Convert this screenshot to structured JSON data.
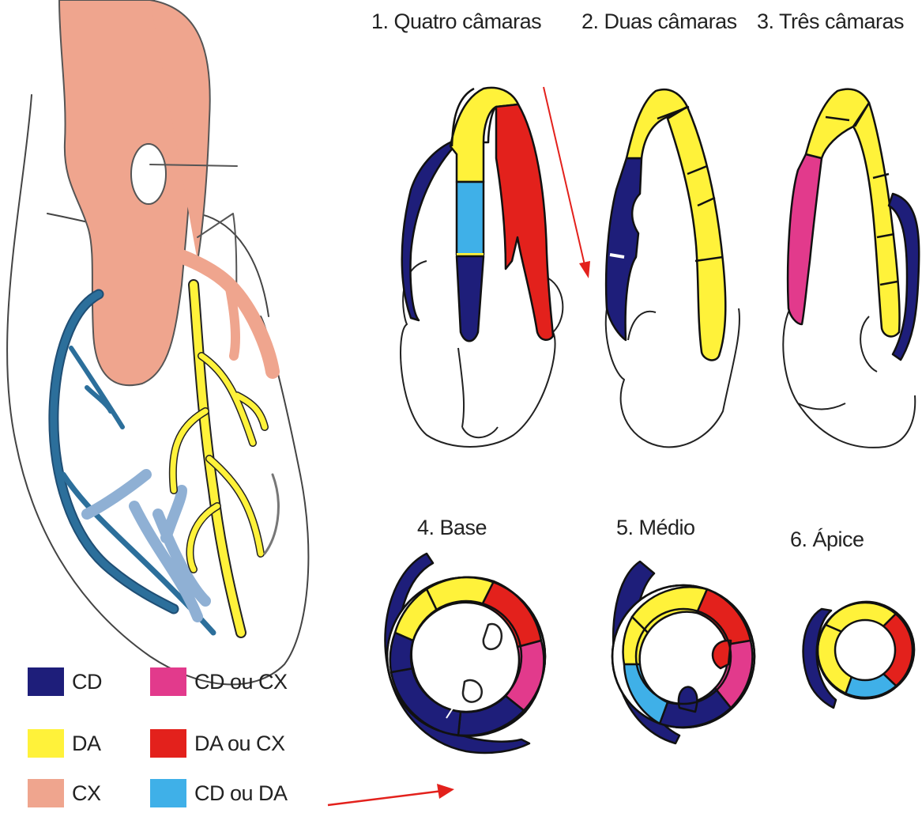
{
  "views": {
    "four_chamber": "1. Quatro câmaras",
    "two_chamber": "2. Duas câmaras",
    "three_chamber": "3. Três câmaras",
    "base": "4. Base",
    "mid": "5. Médio",
    "apex": "6. Ápice"
  },
  "legend": [
    {
      "label": "CD",
      "color": "#1e1e7a"
    },
    {
      "label": "DA",
      "color": "#fff23a"
    },
    {
      "label": "CX",
      "color": "#efa58e"
    },
    {
      "label": "CD ou CX",
      "color": "#e23a8c"
    },
    {
      "label": "DA ou CX",
      "color": "#e3211c"
    },
    {
      "label": "CD ou DA",
      "color": "#3fb0e8"
    }
  ],
  "colors": {
    "outline": "#111111",
    "arrow": "#e3211c",
    "coronary_right": "#2c6f9b",
    "coronary_light": "#8fb0d4",
    "aorta": "#efa58e"
  }
}
